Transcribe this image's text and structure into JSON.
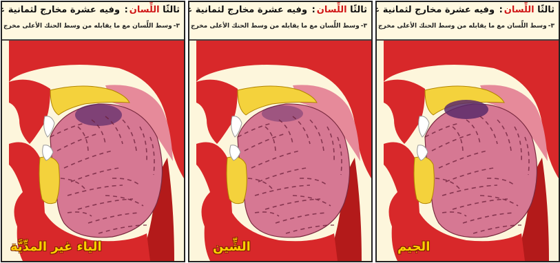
{
  "colors": {
    "red": "#d8282a",
    "dark_red": "#b31a1a",
    "pink": "#e68a9a",
    "tongue": "#d67893",
    "tongue_lines": "#6b1f3a",
    "dark_spot": "#5a2a6a",
    "yellow": "#f4d23c",
    "cream": "#fdf6dc",
    "title_red": "#d01818"
  },
  "panels": [
    {
      "title_lead": "ثالثًا",
      "title_tongue": "اللِّسان",
      "title_rest": "وفيه عشرة مخارج لثمانية عشر حرفًا",
      "subtitle_num": "٣-",
      "subtitle_text": "وسط اللِّسان مع ما يقابله من وسط الحنك الأعلى مخرج :",
      "caption": "الياء غير المدِّيَّة",
      "variant": "ya"
    },
    {
      "title_lead": "ثالثًا",
      "title_tongue": "اللِّسان",
      "title_rest": "وفيه عشرة مخارج لثمانية عشر حرفًا",
      "subtitle_num": "٣-",
      "subtitle_text": "وسط اللِّسان مع ما يقابله من وسط الحنك الأعلى مخرج :",
      "caption": "الشِّين",
      "variant": "shin"
    },
    {
      "title_lead": "ثالثًا",
      "title_tongue": "اللِّسان",
      "title_rest": "وفيه عشرة مخارج لثمانية عشر حرفًا",
      "subtitle_num": "٣-",
      "subtitle_text": "وسط اللِّسان مع ما يقابله من وسط الحنك الأعلى مخرج :",
      "caption": "الجيم",
      "variant": "jim"
    }
  ]
}
